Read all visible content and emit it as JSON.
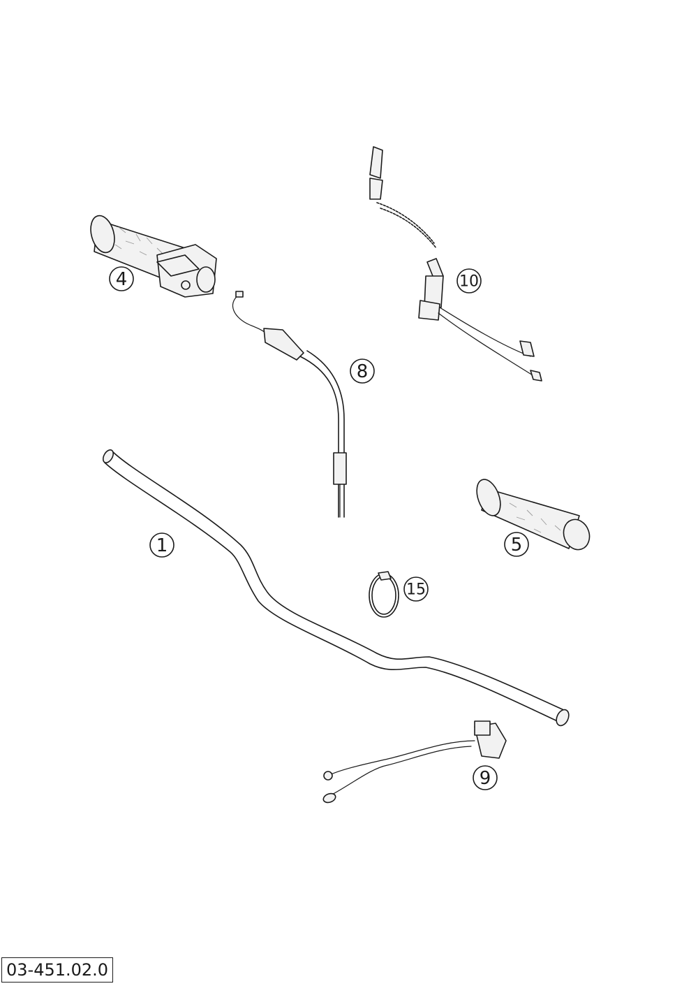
{
  "drawing_number": "03-451.02.0",
  "callouts": [
    "1",
    "4",
    "5",
    "8",
    "9",
    "10",
    "15"
  ]
}
